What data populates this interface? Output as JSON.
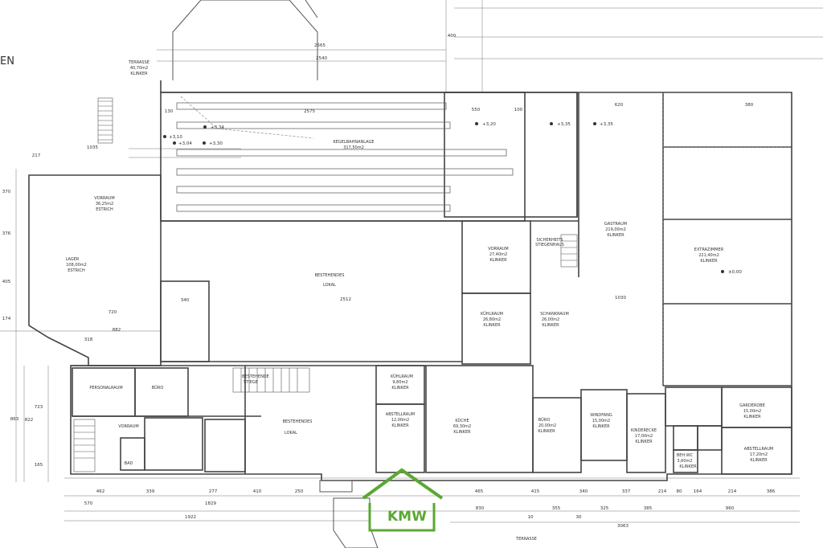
{
  "header": {
    "fragment": "EN"
  },
  "rooms": [
    {
      "id": "terrasse",
      "name": "TERRASSE",
      "area": "40,70m2",
      "floor": "KLINKER"
    },
    {
      "id": "kegelbahn",
      "name": "KEGELBAHNANLAGE",
      "area": "317,50m2",
      "floor": ""
    },
    {
      "id": "vorraum1",
      "name": "VORRAUM",
      "area": "36,25m2",
      "floor": "ESTRICH"
    },
    {
      "id": "lager",
      "name": "LAGER",
      "area": "108,00m2",
      "floor": "ESTRICH"
    },
    {
      "id": "lokal1",
      "name": "BESTEHENDES",
      "area": "",
      "floor": "LOKAL"
    },
    {
      "id": "vorraum2",
      "name": "VORRAUM",
      "area": "27,40m2",
      "floor": "KLINKER"
    },
    {
      "id": "kuehlraum1",
      "name": "KÜHLRAUM",
      "area": "26,80m2",
      "floor": "KLINKER"
    },
    {
      "id": "schankraum",
      "name": "SCHANKRAUM",
      "area": "26,00m2",
      "floor": "KLINKER"
    },
    {
      "id": "gastraum",
      "name": "GASTRAUM",
      "area": "219,00m2",
      "floor": "KLINKER"
    },
    {
      "id": "extrazimmer",
      "name": "EXTRAZIMMER",
      "area": "221,40m2",
      "floor": "KLINKER"
    },
    {
      "id": "personalraum",
      "name": "PERSONALRAUM",
      "area": "",
      "floor": ""
    },
    {
      "id": "buero1",
      "name": "BÜRO",
      "area": "",
      "floor": ""
    },
    {
      "id": "lokal2",
      "name": "BESTEHENDES",
      "area": "",
      "floor": "LOKAL"
    },
    {
      "id": "kuehlraum2",
      "name": "KÜHLRAUM",
      "area": "9,80m2",
      "floor": "KLINKER"
    },
    {
      "id": "abstellraum1",
      "name": "ABSTELLRAUM",
      "area": "12,00m2",
      "floor": "KLINKER"
    },
    {
      "id": "kueche",
      "name": "KÜCHE",
      "area": "69,30m2",
      "floor": "KLINKER"
    },
    {
      "id": "buero2",
      "name": "BÜRO",
      "area": "20,00m2",
      "floor": "KLINKER"
    },
    {
      "id": "windfang",
      "name": "WINDFANG",
      "area": "15,00m2",
      "floor": "KLINKER"
    },
    {
      "id": "kinderecke",
      "name": "KINDERECKE",
      "area": "17,00m2",
      "floor": "KLINKER"
    },
    {
      "id": "garderobe",
      "name": "GARDEROBE",
      "area": "15,00m2",
      "floor": "KLINKER"
    },
    {
      "id": "abstellraum2",
      "name": "ABSTELLRAUM",
      "area": "17,20m2",
      "floor": "KLINKER"
    },
    {
      "id": "vorraum3",
      "name": "VORRAUM",
      "area": "",
      "floor": ""
    },
    {
      "id": "behwc",
      "name": "BEH.WC",
      "area": "3,60m2",
      "floor": "KLINKER"
    },
    {
      "id": "bad",
      "name": "BAD",
      "area": "",
      "floor": ""
    },
    {
      "id": "stiege",
      "name": "BESTEHENDE",
      "area": "",
      "floor": "STIEGE"
    },
    {
      "id": "sicherheits",
      "name": "SICHERHEITS",
      "area": "",
      "floor": "STIEGENHAUS"
    },
    {
      "id": "terrasse2",
      "name": "TERRASSE",
      "area": "",
      "floor": ""
    }
  ],
  "levels": {
    "l1": "+3,34",
    "l2": "+3,10",
    "l3": "+3,04",
    "l4": "+3,30",
    "l5": "+3,20",
    "l6": "+3,35",
    "l7": "+3,35",
    "l8": "±0,00"
  },
  "dimensions": {
    "top": {
      "d1": "2565",
      "d2": "2540",
      "d3": "2575",
      "d4": "400",
      "d5": "130",
      "d6": "550",
      "d7": "100",
      "d8": "620",
      "d9": "380"
    },
    "left": {
      "d1": "217",
      "d2": "1035",
      "d3": "370",
      "d4": "376",
      "d5": "405",
      "d6": "174",
      "d7": "863",
      "d8": "723",
      "d9": "822",
      "d10": "165"
    },
    "middle": {
      "d1": "2512",
      "d2": "720",
      "d3": "882",
      "d4": "318",
      "d5": "340",
      "d6": "1030"
    },
    "bottom1": {
      "d1": "462",
      "d2": "339",
      "d3": "277",
      "d4": "410",
      "d5": "250",
      "d6": "465",
      "d7": "415",
      "d8": "340",
      "d9": "337",
      "d10": "214",
      "d11": "80",
      "d12": "164",
      "d13": "214",
      "d14": "386"
    },
    "bottom2": {
      "d1": "570",
      "d2": "1829",
      "d3": "830",
      "d4": "355",
      "d5": "325",
      "d6": "385",
      "d7": "960"
    },
    "bottom3": {
      "d1": "1922",
      "d2": "10",
      "d3": "30",
      "d4": "3063"
    }
  },
  "logo": {
    "text": "KMW",
    "color": "#5aa832"
  }
}
